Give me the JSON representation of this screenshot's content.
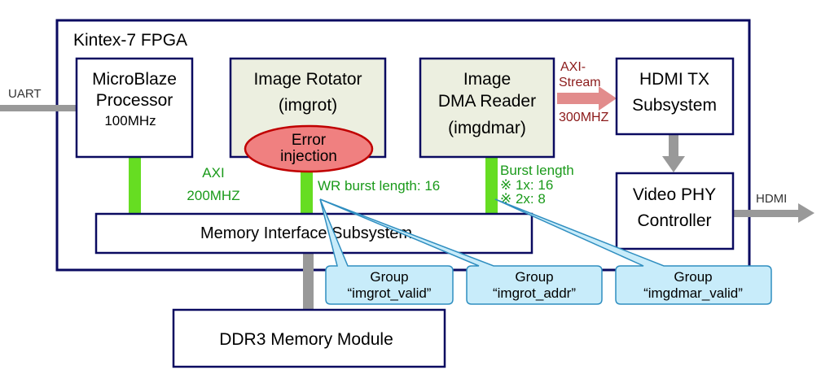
{
  "fpga": {
    "title": "Kintex-7 FPGA"
  },
  "blocks": {
    "microblaze": {
      "line1": "MicroBlaze",
      "line2": "Processor",
      "line3": "100MHz"
    },
    "imgrot": {
      "line1": "Image Rotator",
      "line2": "(imgrot)"
    },
    "imgdmar": {
      "line1": "Image",
      "line2": "DMA Reader",
      "line3": "(imgdmar)"
    },
    "hdmi_tx": {
      "line1": "HDMI TX",
      "line2": "Subsystem"
    },
    "video_phy": {
      "line1": "Video PHY",
      "line2": "Controller"
    },
    "mem_if": {
      "label": "Memory Interface Subsystem"
    },
    "ddr3": {
      "label": "DDR3 Memory Module"
    },
    "error_injection": {
      "line1": "Error",
      "line2": "injection"
    }
  },
  "signals": {
    "uart": "UART",
    "hdmi": "HDMI",
    "axi_line1": "AXI",
    "axi_line2": "200MHZ",
    "axi_stream_line1": "AXI-",
    "axi_stream_line2": "Stream",
    "axi_stream_freq": "300MHZ",
    "wr_burst": "WR burst length: 16",
    "burst_title": "Burst length",
    "burst_1x": "※  1x: 16",
    "burst_2x": "※  2x: 8"
  },
  "callouts": [
    {
      "line1": "Group",
      "line2": "“imgrot_valid”"
    },
    {
      "line1": "Group",
      "line2": "“imgrot_addr”"
    },
    {
      "line1": "Group",
      "line2": "“imgdmar_valid”"
    }
  ],
  "colors": {
    "block_border": "#0a0a60",
    "block_fill_gray": "#ecefe0",
    "green_bus": "#66dd22",
    "gray_bus": "#999999",
    "pink_arrow": "#e28c8c",
    "error_fill": "#f08080",
    "error_border": "#c00000",
    "callout_fill": "#c8ecfa",
    "callout_border": "#2f8ec0"
  }
}
